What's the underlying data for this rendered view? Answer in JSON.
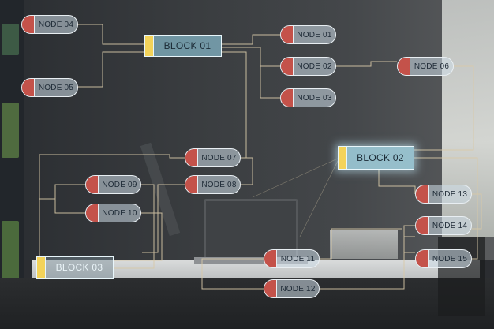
{
  "colors": {
    "line": "#d8c9a8",
    "node_cap": "#c4524a",
    "block_cap": "#f3d35a",
    "node_fill": "rgba(205,220,232,0.55)",
    "block_fill": "rgba(150,210,230,0.6)"
  },
  "blocks": [
    {
      "id": "b01",
      "label": "BLOCK 01"
    },
    {
      "id": "b02",
      "label": "BLOCK 02"
    },
    {
      "id": "b03",
      "label": "BLOCK 03"
    }
  ],
  "nodes": [
    {
      "id": "n04",
      "label": "NODE 04"
    },
    {
      "id": "n05",
      "label": "NODE 05"
    },
    {
      "id": "n01",
      "label": "NODE 01"
    },
    {
      "id": "n02",
      "label": "NODE 02"
    },
    {
      "id": "n03",
      "label": "NODE 03"
    },
    {
      "id": "n06",
      "label": "NODE 06"
    },
    {
      "id": "n07",
      "label": "NODE 07"
    },
    {
      "id": "n08",
      "label": "NODE 08"
    },
    {
      "id": "n09",
      "label": "NODE 09"
    },
    {
      "id": "n10",
      "label": "NODE 10"
    },
    {
      "id": "n11",
      "label": "NODE 11"
    },
    {
      "id": "n12",
      "label": "NODE 12"
    },
    {
      "id": "n13",
      "label": "NODE 13"
    },
    {
      "id": "n14",
      "label": "NODE 14"
    },
    {
      "id": "n15",
      "label": "NODE 15"
    }
  ]
}
